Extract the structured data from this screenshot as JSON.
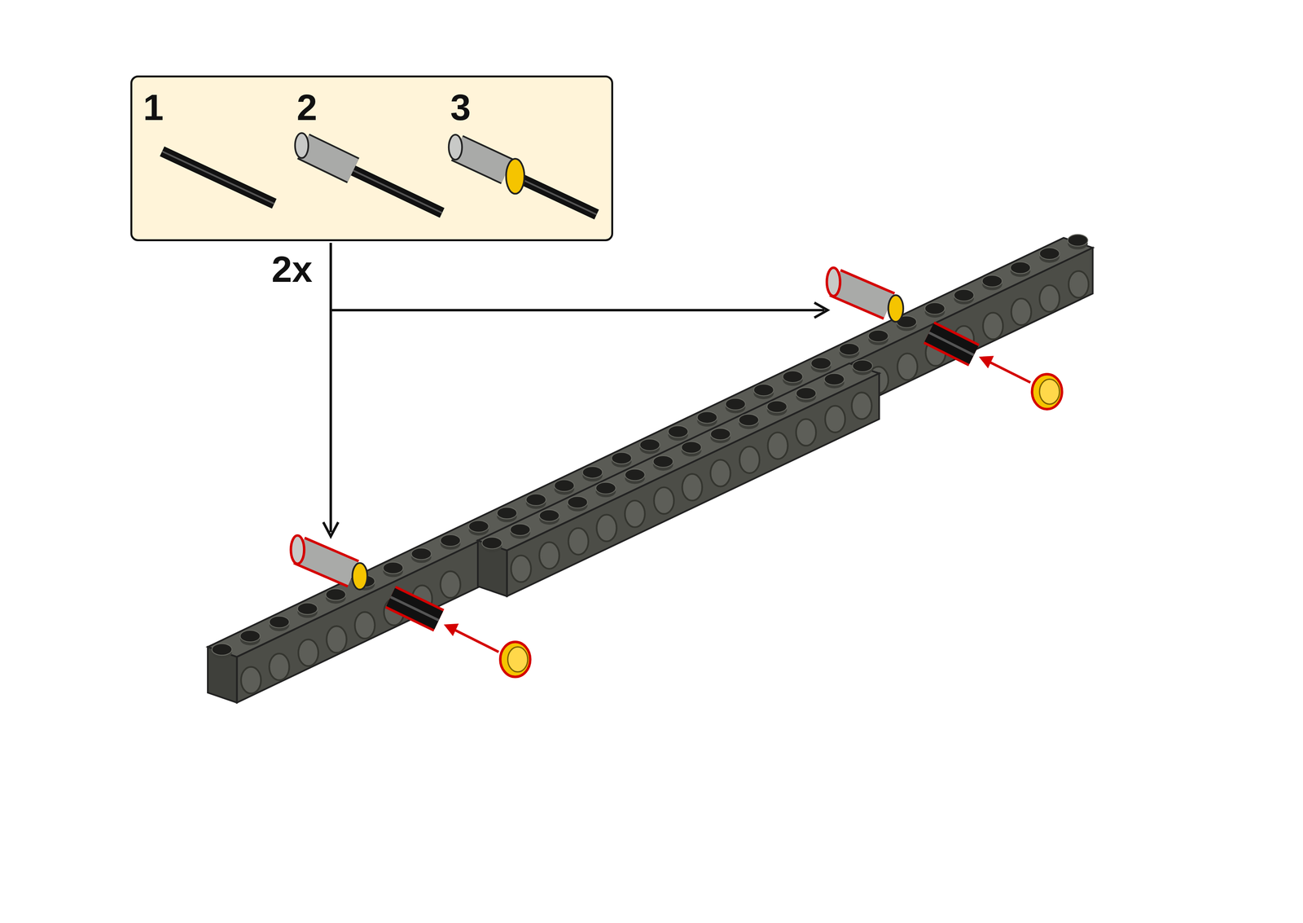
{
  "diagram": {
    "nodes": [
      {
        "text": [
          "1",
          "2",
          "3"
        ]
      }
    ],
    "labels": [
      "2x"
    ]
  }
}
